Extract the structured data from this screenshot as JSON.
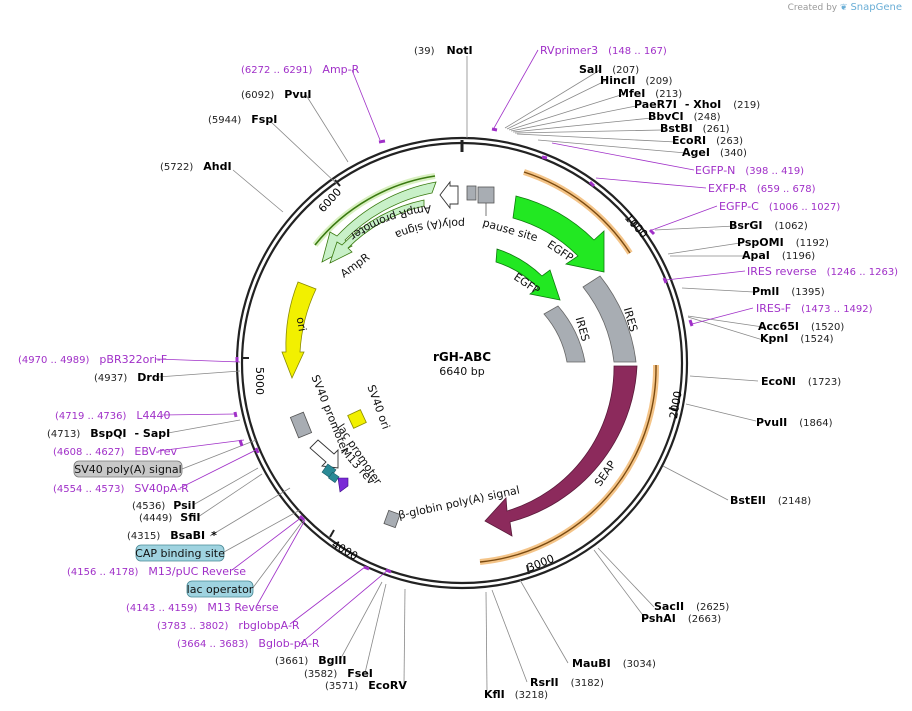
{
  "header": {
    "created_by": "Created by",
    "brand": "SnapGene"
  },
  "plasmid": {
    "name": "rGH-ABC",
    "size": "6640 bp",
    "length": 6640
  },
  "ticks": [
    "1000",
    "2000",
    "3000",
    "4000",
    "5000",
    "6000"
  ],
  "sites": [
    {
      "name": "NotI",
      "pos": "(39)",
      "color": "#000000"
    },
    {
      "name": "SalI",
      "pos": "(207)"
    },
    {
      "name": "HincII",
      "pos": "(209)"
    },
    {
      "name": "MfeI",
      "pos": "(213)"
    },
    {
      "name": "PaeR7I",
      "extra": "- XhoI",
      "pos": "(219)"
    },
    {
      "name": "BbvCI",
      "pos": "(248)"
    },
    {
      "name": "BstBI",
      "pos": "(261)"
    },
    {
      "name": "EcoRI",
      "pos": "(263)"
    },
    {
      "name": "AgeI",
      "pos": "(340)"
    },
    {
      "name": "BsrGI",
      "pos": "(1062)"
    },
    {
      "name": "PspOMI",
      "pos": "(1192)"
    },
    {
      "name": "ApaI",
      "pos": "(1196)"
    },
    {
      "name": "PmlI",
      "pos": "(1395)"
    },
    {
      "name": "Acc65I",
      "pos": "(1520)"
    },
    {
      "name": "KpnI",
      "pos": "(1524)"
    },
    {
      "name": "EcoNI",
      "pos": "(1723)"
    },
    {
      "name": "PvuII",
      "pos": "(1864)"
    },
    {
      "name": "BstEII",
      "pos": "(2148)"
    },
    {
      "name": "SacII",
      "pos": "(2625)"
    },
    {
      "name": "PshAI",
      "pos": "(2663)"
    },
    {
      "name": "MauBI",
      "pos": "(3034)"
    },
    {
      "name": "RsrII",
      "pos": "(3182)"
    },
    {
      "name": "KflI",
      "pos": "(3218)"
    },
    {
      "name": "EcoRV",
      "pos": "(3571)"
    },
    {
      "name": "FseI",
      "pos": "(3582)"
    },
    {
      "name": "BglII",
      "pos": "(3661)"
    },
    {
      "name": "BsaBI",
      "extra": "*",
      "pos": "(4315)"
    },
    {
      "name": "SfiI",
      "pos": "(4449)"
    },
    {
      "name": "PsiI",
      "pos": "(4536)"
    },
    {
      "name": "BspQI",
      "extra": "- SapI",
      "pos": "(4713)"
    },
    {
      "name": "DrdI",
      "pos": "(4937)"
    },
    {
      "name": "AhdI",
      "pos": "(5722)"
    },
    {
      "name": "FspI",
      "pos": "(5944)"
    },
    {
      "name": "PvuI",
      "pos": "(6092)"
    }
  ],
  "primers": [
    {
      "name": "RVprimer3",
      "range": "(148 .. 167)"
    },
    {
      "name": "EGFP-N",
      "range": "(398 .. 419)"
    },
    {
      "name": "EXFP-R",
      "range": "(659 .. 678)"
    },
    {
      "name": "EGFP-C",
      "range": "(1006 .. 1027)"
    },
    {
      "name": "IRES reverse",
      "range": "(1246 .. 1263)"
    },
    {
      "name": "IRES-F",
      "range": "(1473 .. 1492)"
    },
    {
      "name": "Amp-R",
      "range": "(6272 .. 6291)"
    },
    {
      "name": "pBR322ori-F",
      "range": "(4970 .. 4989)"
    },
    {
      "name": "L4440",
      "range": "(4719 .. 4736)"
    },
    {
      "name": "EBV-rev",
      "range": "(4608 .. 4627)"
    },
    {
      "name": "SV40pA-R",
      "range": "(4554 .. 4573)"
    },
    {
      "name": "M13/pUC Reverse",
      "range": "(4156 .. 4178)"
    },
    {
      "name": "M13 Reverse",
      "range": "(4143 .. 4159)"
    },
    {
      "name": "rbglobpA-R",
      "range": "(3783 .. 3802)"
    },
    {
      "name": "Bglob-pA-R",
      "range": "(3664 .. 3683)"
    }
  ],
  "boxed_features": [
    {
      "name": "SV40 poly(A) signal",
      "color": "#c8c8c8"
    },
    {
      "name": "CAP binding site",
      "color": "#9fd3e0"
    },
    {
      "name": "lac operator",
      "color": "#9fd3e0"
    }
  ],
  "features": {
    "egfp_outer": "EGFP",
    "egfp_inner": "EGFP",
    "ires_outer": "IRES",
    "ires_inner": "IRES",
    "seap": "SEAP",
    "pause_site": "pause site",
    "ampr": "AmpR",
    "ampr_promoter": "AmpR promoter",
    "polya_signal": "poly(A) signal",
    "ori": "ori",
    "sv40_ori": "SV40 ori",
    "sv40_promoter": "SV40 promoter",
    "lac_promoter": "lac promoter",
    "m13_rev": "M13 rev",
    "beta_globin": "β-globin poly(A) signal"
  },
  "colors": {
    "egfp": "#22e822",
    "ires": "#a8adb3",
    "seap": "#8c2a5c",
    "ampr": "#c8f0c8",
    "ori": "#f2f000",
    "orf": "#f0b060",
    "primer": "#a030c8",
    "backbone": "#222222"
  }
}
